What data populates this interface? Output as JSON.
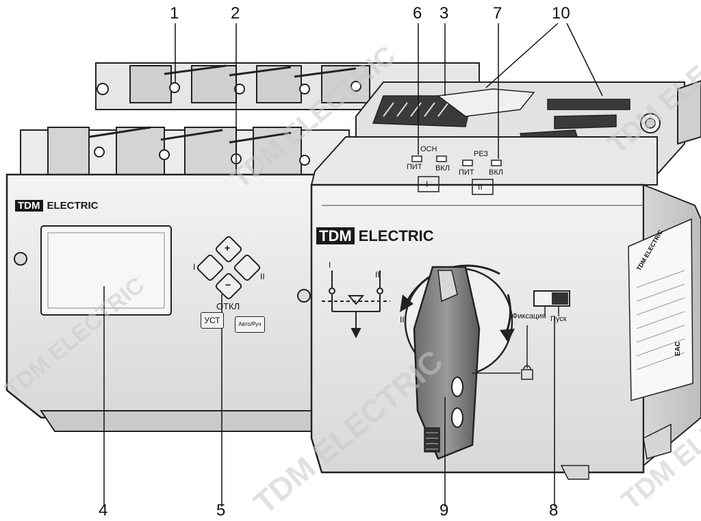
{
  "callouts": [
    "1",
    "2",
    "3",
    "4",
    "5",
    "6",
    "7",
    "8",
    "9",
    "10"
  ],
  "brand": {
    "logo": "TDM",
    "name": "ELECTRIC"
  },
  "watermark": "TDM ELECTRIC",
  "indicators": {
    "main_group": "ОСН",
    "reserve_group": "РЕЗ",
    "power": "ПИТ",
    "on": "ВКЛ",
    "pos_one": "I",
    "pos_two": "II"
  },
  "controller": {
    "plus": "+",
    "minus": "−",
    "left_pos": "I",
    "right_pos": "II",
    "off_label": "ОТКЛ",
    "set_button": "УСТ",
    "auto_manual_button": "Авто/Руч"
  },
  "switch": {
    "pos_one": "I",
    "pos_two": "II",
    "fix_label": "Фиксация",
    "start_label": "Пуск"
  },
  "nameplate": {
    "brand": "TDM ELECTRIC",
    "eac": "EAC"
  }
}
